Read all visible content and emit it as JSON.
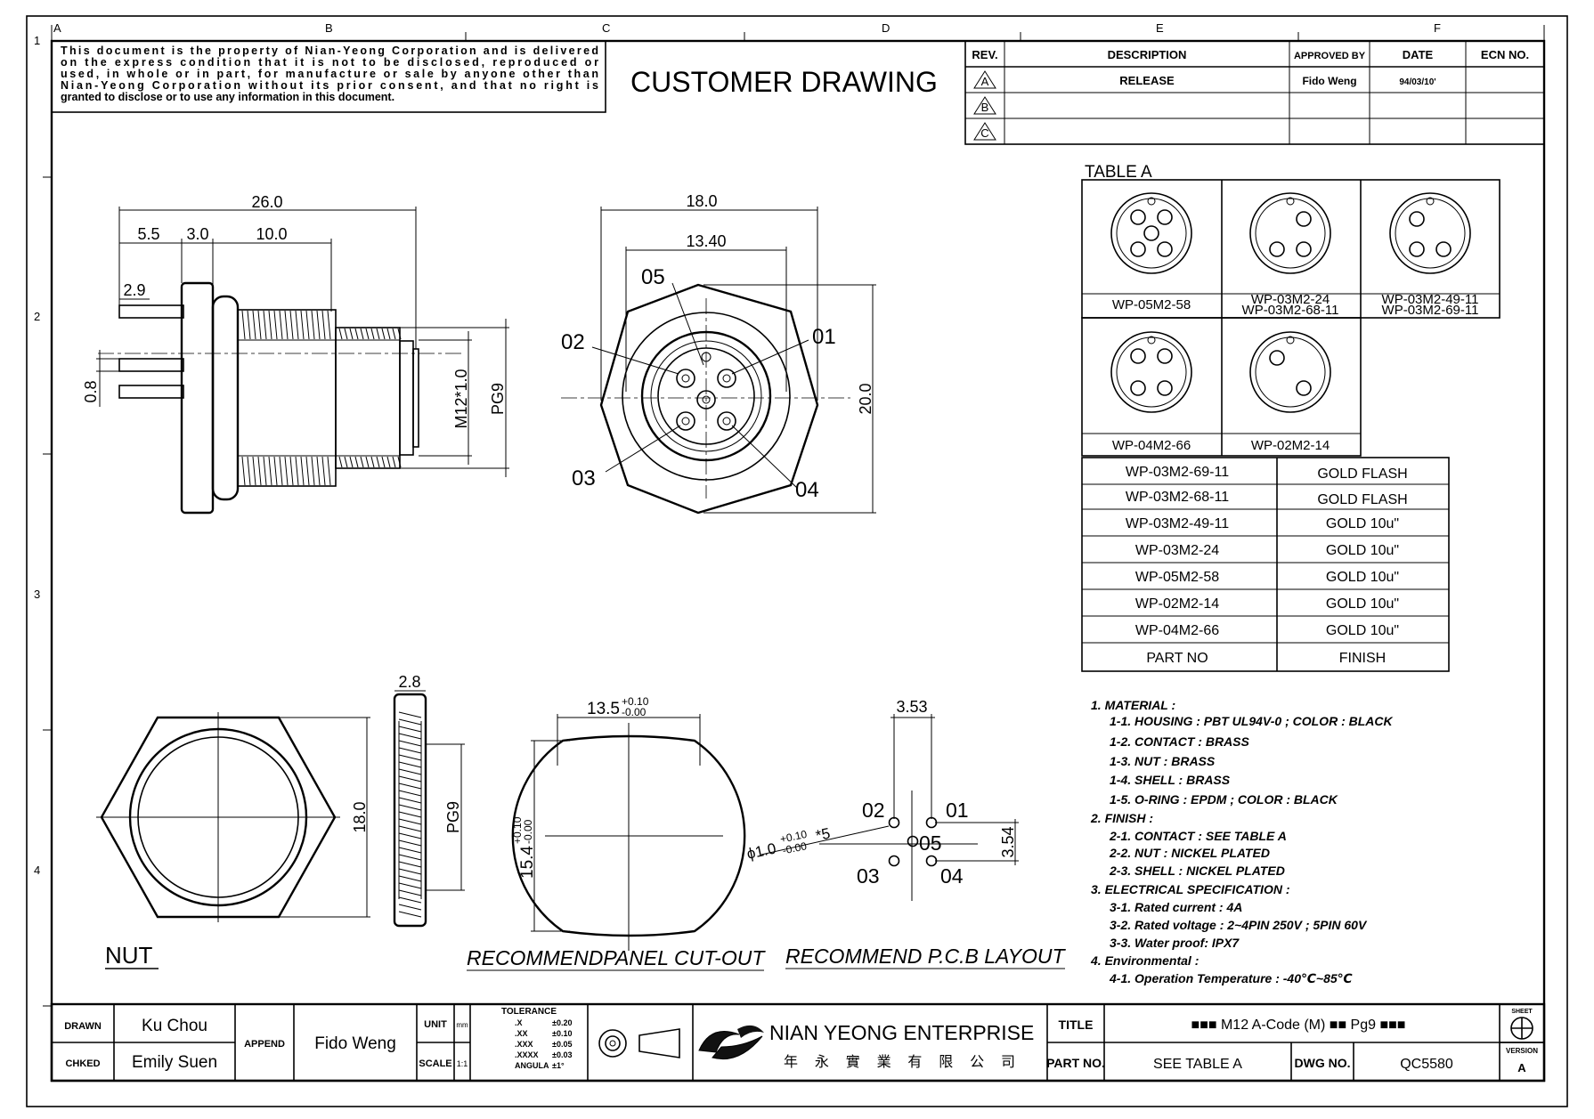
{
  "grid": {
    "columns": [
      "A",
      "B",
      "C",
      "D",
      "E",
      "F"
    ],
    "rows": [
      "1",
      "2",
      "3",
      "4"
    ]
  },
  "notice": [
    "This document is the property of Nian-Yeong Corporation and is delivered",
    "on  the  express condition that it is not to be disclosed, reproduced or",
    "used, in whole or in part, for manufacture or sale by anyone other than",
    "Nian-Yeong Corporation without  its prior consent, and that  no right  is",
    "granted to disclose or to use any information in this  document."
  ],
  "drawing_title": "CUSTOMER  DRAWING",
  "revision_table": {
    "headers": [
      "REV.",
      "DESCRIPTION",
      "APPROVED BY",
      "DATE",
      "ECN NO."
    ],
    "rows": [
      {
        "rev": "A",
        "description": "RELEASE",
        "approved": "Fido Weng",
        "date": "94/03/10'",
        "ecn": ""
      },
      {
        "rev": "B",
        "description": "",
        "approved": "",
        "date": "",
        "ecn": ""
      },
      {
        "rev": "C",
        "description": "",
        "approved": "",
        "date": "",
        "ecn": ""
      }
    ]
  },
  "table_a": {
    "title": "TABLE A",
    "pinouts": [
      {
        "label": "WP-05M2-58"
      },
      {
        "label": "WP-03M2-24",
        "label2": "WP-03M2-68-11"
      },
      {
        "label": "WP-03M2-49-11",
        "label2": "WP-03M2-69-11"
      },
      {
        "label": "WP-04M2-66"
      },
      {
        "label": "WP-02M2-14"
      }
    ],
    "finish_rows": [
      {
        "part": "WP-03M2-69-11",
        "finish": "GOLD  FLASH"
      },
      {
        "part": "WP-03M2-68-11",
        "finish": "GOLD  FLASH"
      },
      {
        "part": "WP-03M2-49-11",
        "finish": "GOLD  10u\""
      },
      {
        "part": "WP-03M2-24",
        "finish": "GOLD  10u\""
      },
      {
        "part": "WP-05M2-58",
        "finish": "GOLD  10u\""
      },
      {
        "part": "WP-02M2-14",
        "finish": "GOLD  10u\""
      },
      {
        "part": "WP-04M2-66",
        "finish": "GOLD  10u\""
      }
    ],
    "header_part": "PART  NO",
    "header_finish": "FINISH"
  },
  "side_view": {
    "dims": [
      "26.0",
      "5.5",
      "3.0",
      "10.0",
      "2.9",
      "0.8",
      "M12*1.0",
      "PG9"
    ]
  },
  "front_view": {
    "dims": [
      "18.0",
      "13.40",
      "20.0"
    ],
    "pins": [
      "05",
      "02",
      "01",
      "03",
      "04"
    ]
  },
  "nut": {
    "label": "NUT",
    "dims": [
      "18.0",
      "2.8",
      "PG9"
    ]
  },
  "cutout": {
    "label": "RECOMMENDPANEL  CUT-OUT",
    "width_dim": "13.5",
    "width_tol_top": "+0.10",
    "width_tol_bottom": "-0.00",
    "height_dim": "15.4",
    "height_tol_top": "+0.10",
    "height_tol_bottom": "-0.00"
  },
  "pcb": {
    "label": "RECOMMEND  P.C.B  LAYOUT",
    "dims": [
      "3.53",
      "3.54"
    ],
    "hole_dim": "ϕ1.0",
    "hole_tol_top": "+0.10",
    "hole_tol_bottom": "-0.00",
    "hole_count": "*5",
    "pins": [
      "02",
      "01",
      "05",
      "03",
      "04"
    ]
  },
  "notes": [
    "1.  MATERIAL  :",
    "1-1.  HOUSING  :  PBT  UL94V-0  ;  COLOR  :  BLACK",
    "1-2.  CONTACT  :  BRASS",
    "1-3.  NUT  :  BRASS",
    "1-4.  SHELL  :  BRASS",
    "1-5.  O-RING  :  EPDM  ;  COLOR  :  BLACK",
    "2.  FINISH  :",
    "2-1.  CONTACT  :  SEE  TABLE  A",
    "2-2.  NUT  :  NICKEL  PLATED",
    "2-3.  SHELL  :  NICKEL  PLATED",
    "3.  ELECTRICAL  SPECIFICATION  :",
    "3-1.  Rated  current  :  4A",
    "3-2.  Rated  voltage  :  2~4PIN  250V  ;  5PIN  60V",
    "3-3.  Water  proof:  IPX7",
    "4.  Environmental  :",
    "4-1.  Operation  Temperature  :  -40℃~85℃"
  ],
  "title_block": {
    "drawn_label": "DRAWN",
    "drawn_value": "Ku Chou",
    "checked_label": "CHKED",
    "checked_value": "Emily Suen",
    "append_label": "APPEND",
    "append_value": "Fido Weng",
    "unit_label": "UNIT",
    "unit_value": "mm",
    "scale_label": "SCALE",
    "scale_value": "1:1",
    "tolerance_title": "TOLERANCE",
    "tolerance_rows": [
      {
        "k": ".X",
        "v": "±0.20"
      },
      {
        "k": ".XX",
        "v": "±0.10"
      },
      {
        "k": ".XXX",
        "v": "±0.05"
      },
      {
        "k": ".XXXX",
        "v": "±0.03"
      },
      {
        "k": "ANGULA",
        "v": "±1°"
      }
    ],
    "company_name": "NIAN YEONG ENTERPRISE",
    "company_chinese": "年 永 實 業 有 限 公 司",
    "title_label": "TITLE",
    "title_value": "■■■ M12  A-Code  (M)  ■■  Pg9  ■■■",
    "part_label": "PART NO.",
    "part_value": "SEE  TABLE  A",
    "dwg_label": "DWG NO.",
    "dwg_value": "QC5580",
    "sheet_label": "SHEET",
    "version_label": "VERSION",
    "version_value": "A"
  }
}
